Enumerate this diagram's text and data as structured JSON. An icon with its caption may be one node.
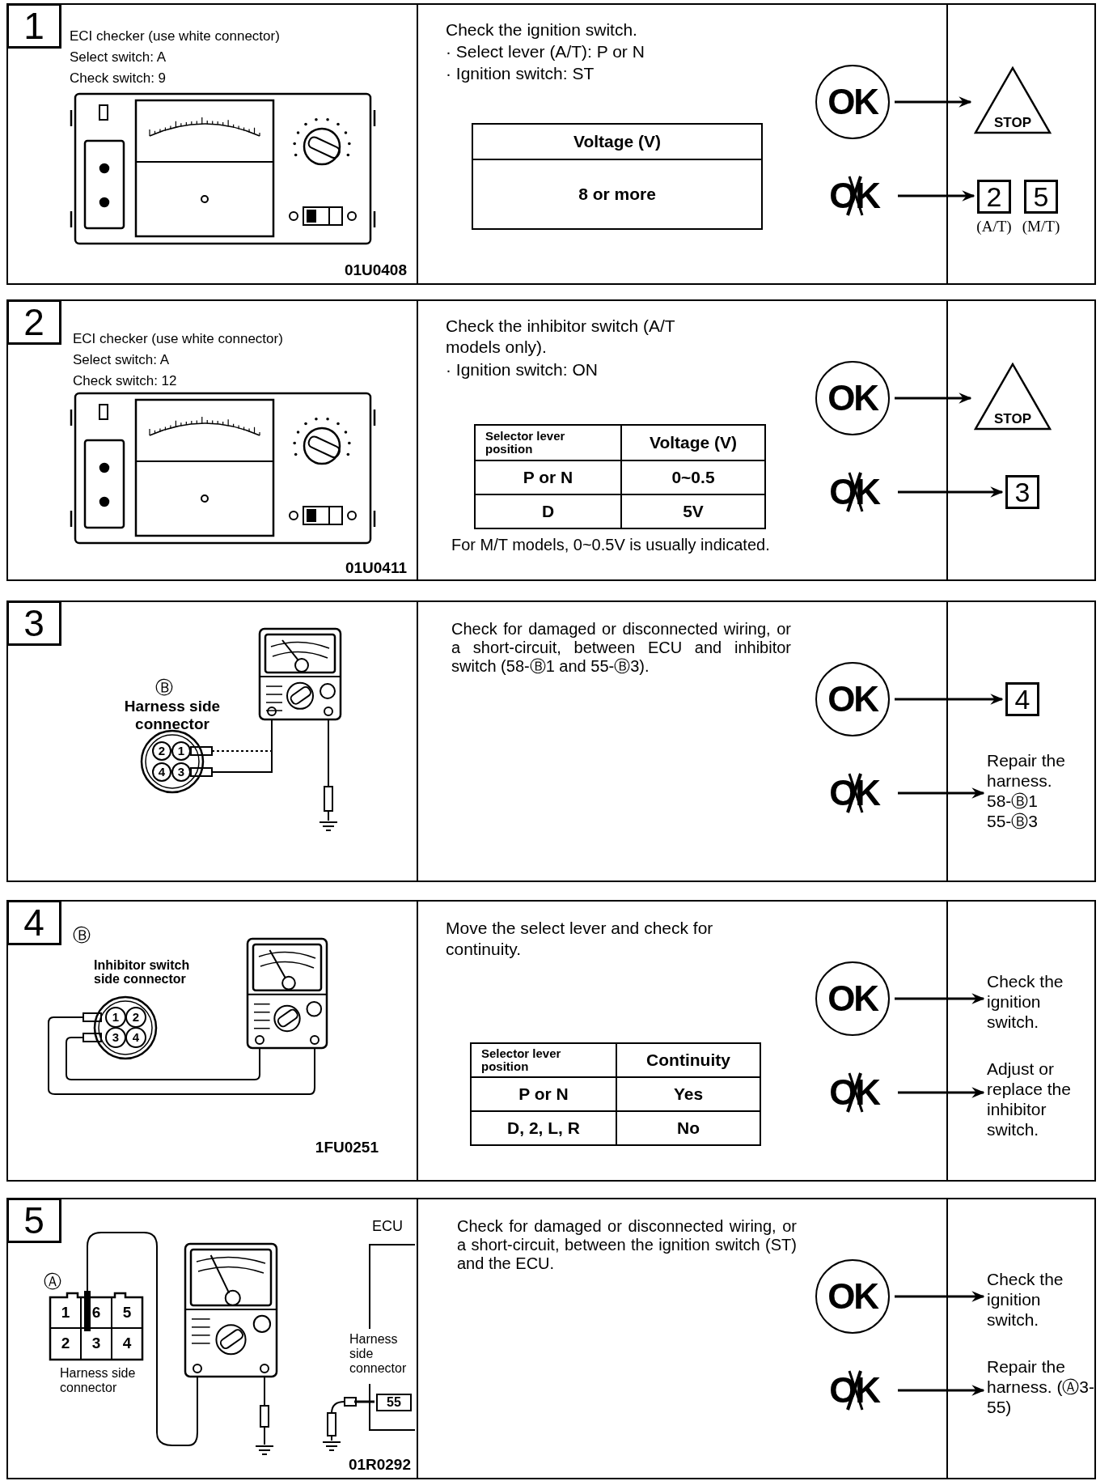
{
  "diagram": {
    "nodes": [
      {
        "text": [
          "1"
        ]
      },
      {
        "text": [
          "OK"
        ]
      },
      {
        "text": [
          "OK"
        ]
      },
      {
        "text": [
          "STOP"
        ]
      },
      {
        "text": [
          "2"
        ]
      },
      {
        "text": [
          "5"
        ]
      },
      {
        "text": [
          "2"
        ]
      },
      {
        "text": [
          "OK"
        ]
      },
      {
        "text": [
          "OK"
        ]
      },
      {
        "text": [
          "STOP"
        ]
      },
      {
        "text": [
          "3"
        ]
      },
      {
        "text": [
          "3"
        ]
      },
      {
        "text": [
          "OK"
        ]
      },
      {
        "text": [
          "OK"
        ]
      },
      {
        "text": [
          "4"
        ]
      },
      {
        "text": [
          "Repair the harness.",
          "58-Ⓑ1",
          "55-Ⓑ3"
        ]
      },
      {
        "text": [
          "4"
        ]
      },
      {
        "text": [
          "OK"
        ]
      },
      {
        "text": [
          "OK"
        ]
      },
      {
        "text": [
          "Check the ignition switch."
        ]
      },
      {
        "text": [
          "Adjust or replace the inhibitor switch."
        ]
      },
      {
        "text": [
          "5"
        ]
      },
      {
        "text": [
          "OK"
        ]
      },
      {
        "text": [
          "OK"
        ]
      },
      {
        "text": [
          "Check the ignition switch."
        ]
      },
      {
        "text": [
          "Repair the harness. (Ⓐ3-55)"
        ]
      }
    ],
    "edges": [
      {
        "from": 1,
        "to": 3,
        "arrow": "to"
      },
      {
        "from": 2,
        "to": 4,
        "arrow": "to"
      },
      {
        "from": 7,
        "to": 9,
        "arrow": "to"
      },
      {
        "from": 8,
        "to": 10,
        "arrow": "to"
      },
      {
        "from": 12,
        "to": 14,
        "arrow": "to"
      },
      {
        "from": 13,
        "to": 15,
        "arrow": "to"
      },
      {
        "from": 17,
        "to": 19,
        "arrow": "to"
      },
      {
        "from": 18,
        "to": 20,
        "arrow": "to"
      },
      {
        "from": 22,
        "to": 24,
        "arrow": "to"
      },
      {
        "from": 23,
        "to": 25,
        "arrow": "to"
      }
    ],
    "labels": [
      "ECI checker (use white connector)",
      "Select switch: A",
      "Check switch: 9",
      "01U0408",
      "Check the ignition switch.",
      "· Select lever (A/T): P or N",
      "· Ignition switch: ST",
      "Voltage (V)",
      "8 or more",
      "(A/T)",
      "(M/T)",
      "ECI checker (use white connector)",
      "Select switch: A",
      "Check switch: 12",
      "01U0411",
      "Check the inhibitor switch (A/T models only).",
      "· Ignition switch: ON",
      "Selector lever position",
      "Voltage (V)",
      "P or N",
      "0~0.5",
      "D",
      "5V",
      "For M/T models, 0~0.5V is usually indicated.",
      "Ⓑ",
      "Harness side connector",
      "2",
      "1",
      "4",
      "3",
      "Check for damaged or disconnected wiring, or a short-circuit, between ECU and inhibitor switch (58-Ⓑ1 and 55-Ⓑ3).",
      "Ⓑ",
      "Inhibitor switch side connector",
      "1",
      "2",
      "3",
      "4",
      "1FU0251",
      "Move the select lever and check for continuity.",
      "Selector lever position",
      "Continuity",
      "P or N",
      "Yes",
      "D, 2, L, R",
      "No",
      "Ⓐ",
      "1",
      "6",
      "5",
      "2",
      "3",
      "4",
      "Harness side connector",
      "ECU",
      "Harness side connector",
      "55",
      "01R0292",
      "Check for damaged or disconnected wiring, or a short-circuit, between the ignition switch (ST) and the ECU."
    ]
  }
}
